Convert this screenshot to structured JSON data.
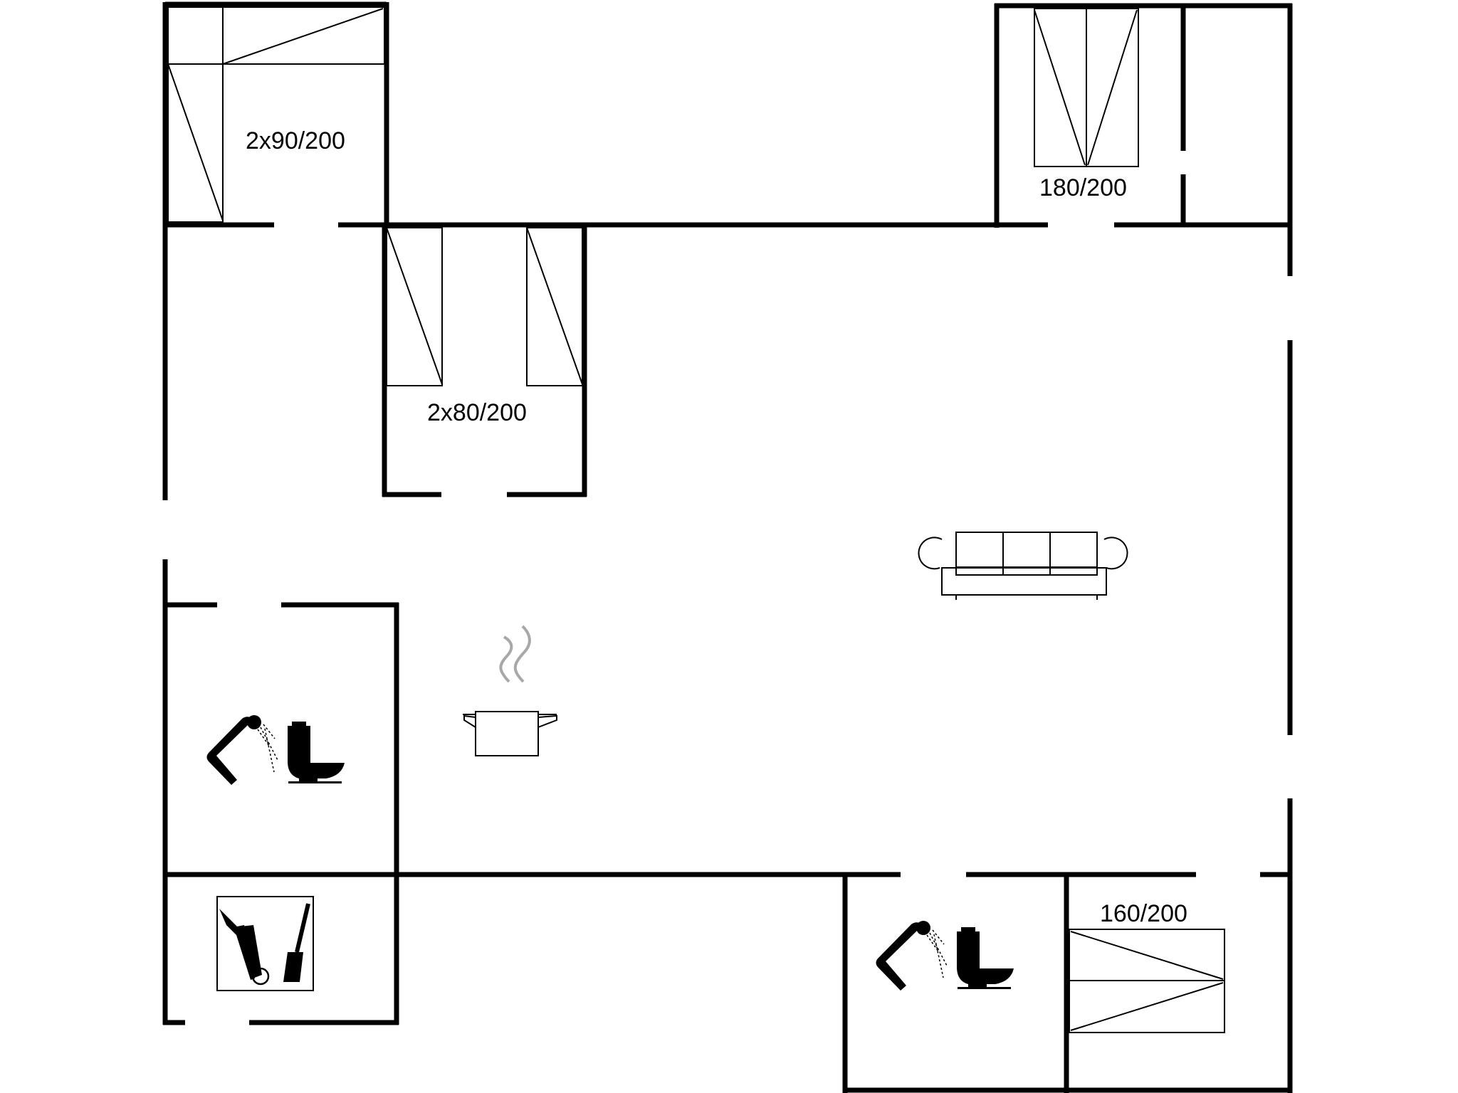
{
  "rooms": {
    "bedroom_top_left": {
      "bed_label": "2x90/200"
    },
    "bedroom_middle": {
      "bed_label": "2x80/200"
    },
    "bedroom_top_right": {
      "bed_label": "180/200"
    },
    "bedroom_bottom_right": {
      "bed_label": "160/200"
    }
  },
  "icons": {
    "kitchen": "cooking-pot-icon",
    "living": "sofa-icon",
    "bathroom": [
      "shower-icon",
      "toilet-icon"
    ],
    "utility": "utility-tools-icon"
  },
  "colors": {
    "wall": "#000000",
    "background": "#ffffff",
    "steam": "#a8a8a8"
  }
}
